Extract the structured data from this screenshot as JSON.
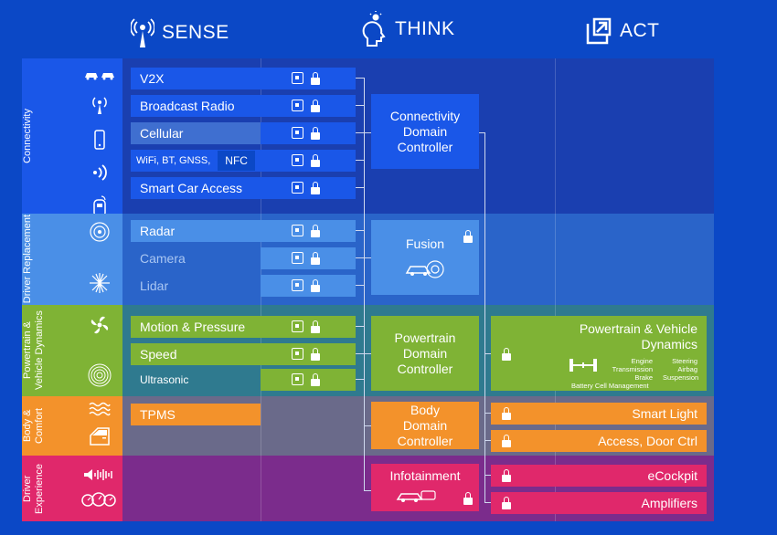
{
  "header": {
    "sense": "SENSE",
    "think": "THINK",
    "act": "ACT"
  },
  "categories": {
    "connectivity": "Connectivity",
    "driver_replacement": "Driver Replacement",
    "powertrain": "Powertrain & Vehicle Dynamics",
    "body": "Body & Comfort",
    "experience": "Driver Experience"
  },
  "sense": {
    "v2x": "V2X",
    "broadcast": "Broadcast Radio",
    "cellular": "Cellular",
    "wifi": "WiFi, BT, GNSS,",
    "nfc": "NFC",
    "smart_car": "Smart Car Access",
    "radar": "Radar",
    "camera": "Camera",
    "lidar": "Lidar",
    "motion": "Motion & Pressure",
    "speed": "Speed",
    "ultrasonic": "Ultrasonic",
    "tpms": "TPMS"
  },
  "think": {
    "connectivity": "Connectivity Domain Controller",
    "fusion": "Fusion",
    "powertrain": "Powertrain Domain Controller",
    "body": "Body Domain Controller",
    "infotainment": "Infotainment"
  },
  "act": {
    "pvd_title": "Powertrain & Vehicle Dynamics",
    "engine": "Engine",
    "transmission": "Transmission",
    "brake": "Brake",
    "steering": "Steering",
    "airbag": "Airbag",
    "suspension": "Suspension",
    "battery": "Battery Cell Management",
    "smart_light": "Smart Light",
    "access": "Access, Door Ctrl",
    "ecockpit": "eCockpit",
    "amplifiers": "Amplifiers"
  },
  "colors": {
    "connectivity": "#1a57e8",
    "replacement": "#4a8fe7",
    "powertrain": "#7fb335",
    "body": "#f3922b",
    "experience": "#e0286b"
  }
}
